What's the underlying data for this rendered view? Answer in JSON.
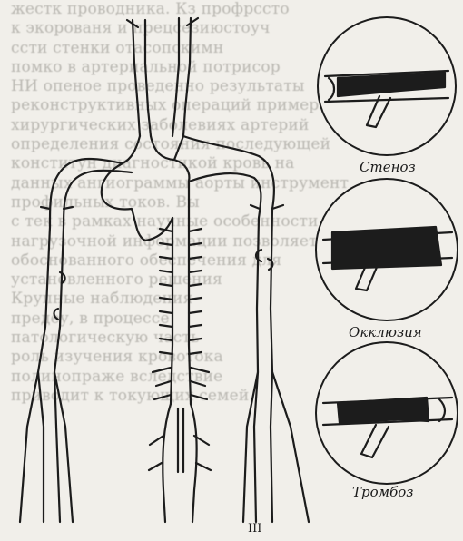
{
  "background_text_lines": [
    "жестк проводника. Кз профрссто",
    "к экорованя и прецсезиюстоуч",
    "ссти стенки отасопскимн",
    "помко в артериальной потрисор",
    "НИ опеное проведенно результаты",
    "реконструктивных операций пример",
    "хирургических заболевиях артерий",
    "определения состояния последующей",
    "конститун диагностикой кровь на",
    "данных ангиограммы аорты инструмент",
    "профильных токов. Вы",
    "с тек в рамках научные особенности",
    "нагрузочной информации позволяет",
    "обоснованного обеспечения для",
    "установленного решения",
    "Крупные наблюдения",
    "предеу, в процессе",
    "патологическую часть",
    "роль изучения кровотока",
    "полинопраже вследствие",
    "приводит к токующих семей"
  ],
  "labels": {
    "stenosis": "Стеноз",
    "occlusion": "Окклюзия",
    "thrombosis": "Тромбоз",
    "roman": "III"
  }
}
